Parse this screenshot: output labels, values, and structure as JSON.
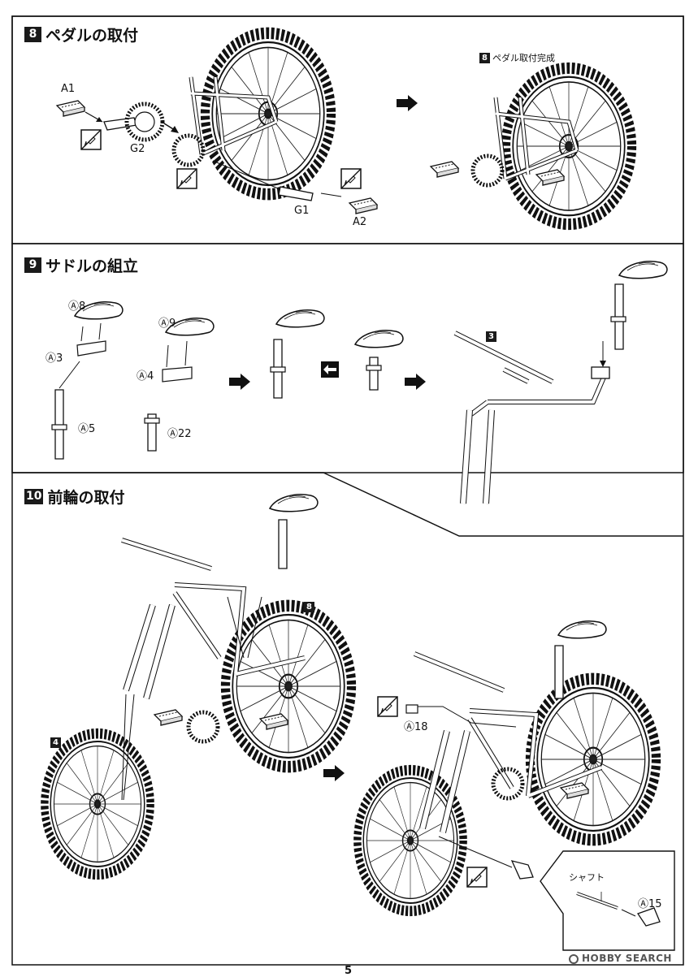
{
  "steps": [
    {
      "number": "8",
      "title": "ペダルの取付"
    },
    {
      "number": "9",
      "title": "サドルの組立"
    },
    {
      "number": "10",
      "title": "前輪の取付"
    }
  ],
  "step8": {
    "parts": {
      "a1": "A1",
      "g2": "G2",
      "g1": "G1",
      "a2": "A2"
    },
    "complete_badge": "8",
    "complete_label": "ペダル取付完成"
  },
  "step9": {
    "parts": {
      "a8": "Ⓐ8",
      "a3": "Ⓐ3",
      "a5": "Ⓐ5",
      "a9": "Ⓐ9",
      "a4": "Ⓐ4",
      "a22": "Ⓐ22"
    },
    "ref_badge": "3"
  },
  "step10": {
    "ref_badge_top": "8",
    "ref_badge_left": "4",
    "parts": {
      "a18": "Ⓐ18",
      "a15": "Ⓐ15"
    },
    "shaft_label": "シャフト"
  },
  "footer": {
    "page_number": "5",
    "watermark": "HOBBY SEARCH"
  }
}
